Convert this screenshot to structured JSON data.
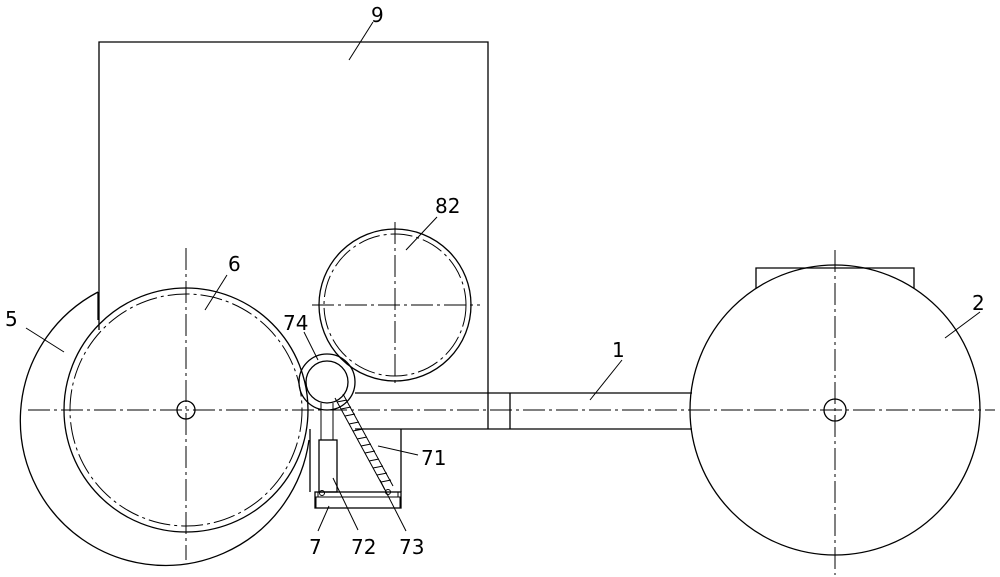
{
  "labels": {
    "frame": "9",
    "drum_main": "6",
    "guard": "5",
    "drum_upper": "82",
    "small_roller": "74",
    "beam": "1",
    "wheel": "2",
    "bracket": "71",
    "base": "7",
    "cylinder": "72",
    "spring": "73"
  }
}
